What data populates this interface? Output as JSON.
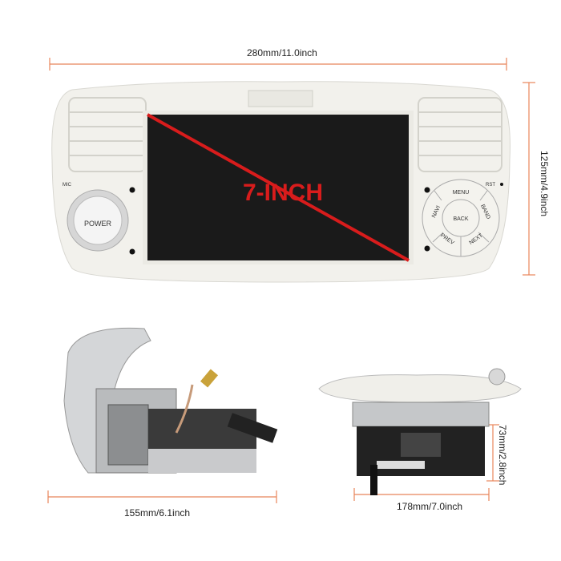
{
  "dimensions": {
    "width_front": "280mm/11.0inch",
    "height_front": "125mm/4.9inch",
    "depth_side": "155mm/6.1inch",
    "width_rear": "178mm/7.0inch",
    "height_rear": "73mm/2.8inch"
  },
  "screen": {
    "size_label": "7-INCH"
  },
  "controls": {
    "mic": "MIC",
    "power": "POWER",
    "rst": "RST",
    "menu": "MENU",
    "navi": "NAVI",
    "band": "BAND",
    "back": "BACK",
    "prev": "PREV",
    "next": "NEXT"
  },
  "colors": {
    "dimension_line": "#e8855a",
    "screen_text": "#d81c1c",
    "body": "#f2f1ec"
  }
}
